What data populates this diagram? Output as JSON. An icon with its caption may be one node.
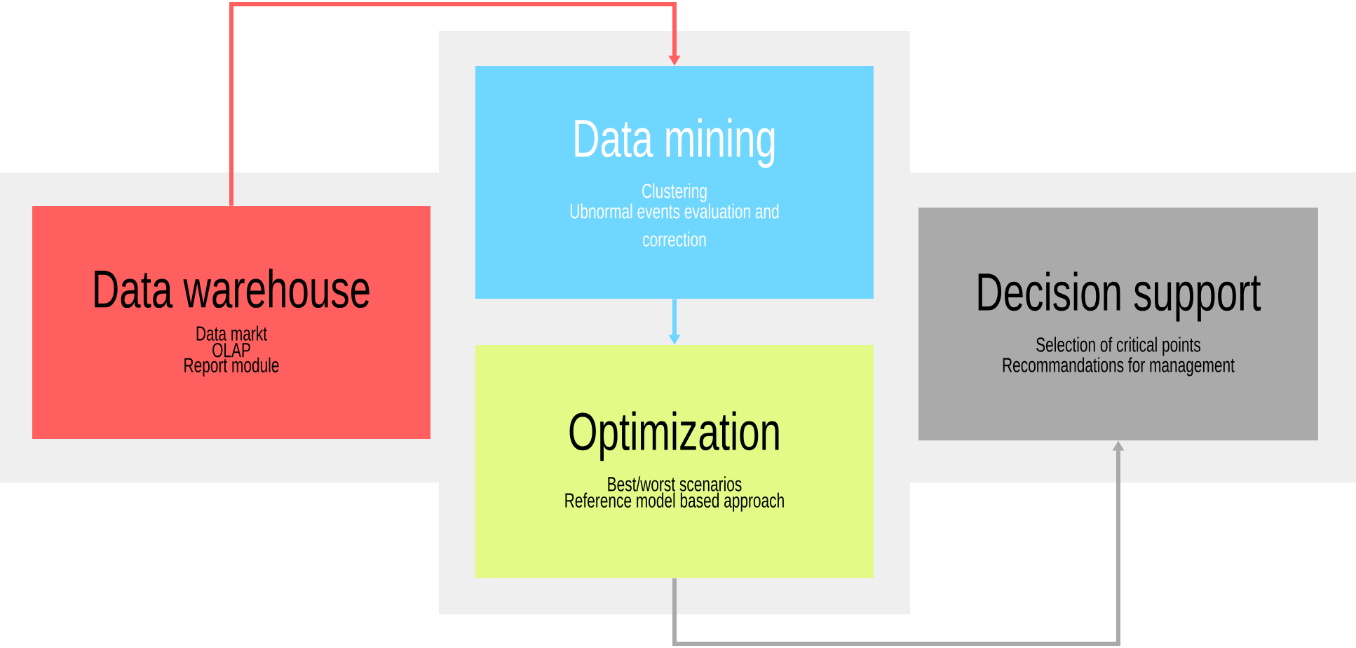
{
  "diagram": {
    "nodes": [
      {
        "text": [
          "Data warehouse",
          "Data markt",
          "OLAP",
          "Report module"
        ]
      },
      {
        "text": [
          "Data mining",
          "Clustering",
          "Ubnormal events evaluation and correction"
        ]
      },
      {
        "text": [
          "Optimization",
          "Best/worst scenarios",
          "Reference model based approach"
        ]
      },
      {
        "text": [
          "Decision support",
          "Selection of critical points",
          "Recommandations for management"
        ]
      }
    ],
    "edges": [
      {
        "from": 0,
        "to": 1,
        "arrow": "to",
        "color": "#ff5f5f"
      },
      {
        "from": 1,
        "to": 2,
        "arrow": "to",
        "color": "#6fd6ff"
      },
      {
        "from": 2,
        "to": 3,
        "arrow": "to",
        "color": "#aaaaaa"
      }
    ]
  }
}
